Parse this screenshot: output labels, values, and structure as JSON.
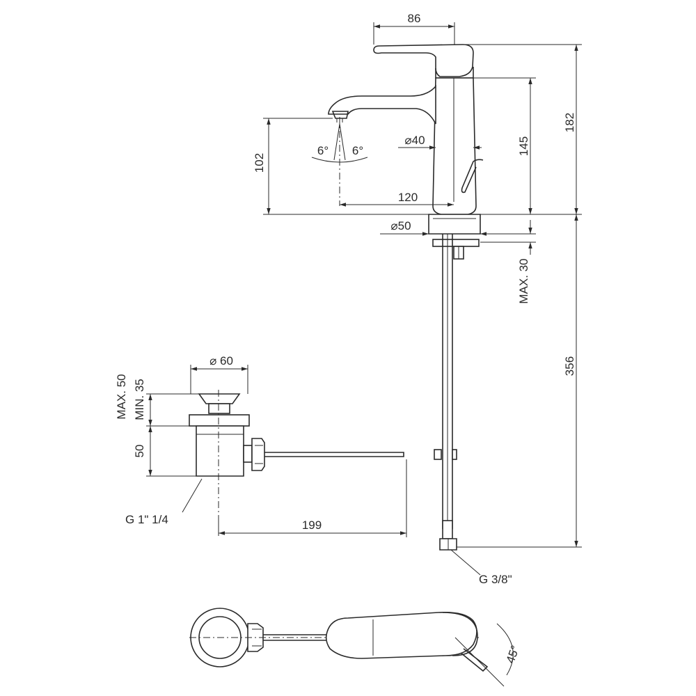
{
  "dimensions": {
    "handle_width": "86",
    "total_height": "182",
    "body_height": "145",
    "spout_height": "102",
    "body_diameter": "⌀40",
    "spout_reach": "120",
    "base_diameter": "⌀50",
    "max_deck": "MAX. 30",
    "hose_length": "356",
    "spray_angle_left": "6°",
    "spray_angle_right": "6°",
    "waste_diameter": "⌀ 60",
    "waste_max": "MAX. 50",
    "waste_min": "MIN. 35",
    "waste_height": "50",
    "waste_thread": "G 1\" 1/4",
    "rod_length": "199",
    "supply_thread": "G 3/8\"",
    "lever_angle": "45°"
  }
}
